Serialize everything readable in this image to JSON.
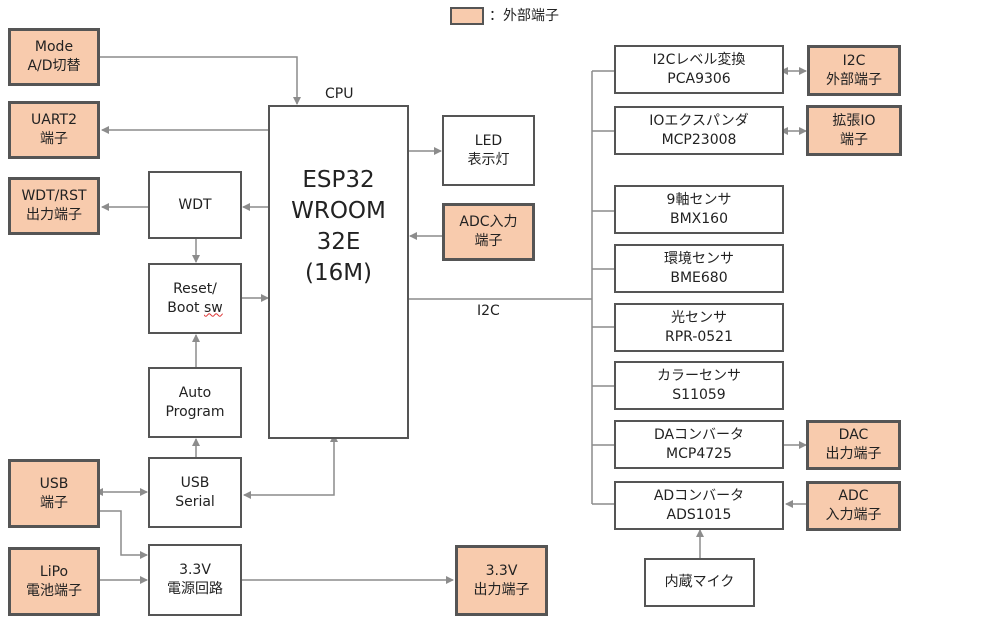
{
  "legend": {
    "text": "：外部端子",
    "external_color": "#f8cbad"
  },
  "colors": {
    "external_fill": "#f8cbad",
    "border": "#555555",
    "wire": "#8c8c8c"
  },
  "labels": {
    "cpu": "CPU",
    "i2c": "I2C"
  },
  "blocks": {
    "mode": "Mode\nA/D切替",
    "uart2": "UART2\n端子",
    "wdt_rst": "WDT/RST\n出力端子",
    "usb_port": "USB\n端子",
    "lipo": "LiPo\n電池端子",
    "wdt": "WDT",
    "reset_line1": "Reset/",
    "reset_line2a": "Boot ",
    "reset_line2b": "sw",
    "auto_program": "Auto\nProgram",
    "usb_serial": "USB\nSerial",
    "power": "3.3V\n電源回路",
    "cpu": "ESP32\nWROOM\n32E\n(16M)",
    "led": "LED\n表示灯",
    "adc_in_cpu": "ADC入力\n端子",
    "out33": "3.3V\n出力端子",
    "i2c_level": "I2Cレベル変換\nPCA9306",
    "i2c_ext": "I2C\n外部端子",
    "io_exp": "IOエクスパンダ\nMCP23008",
    "io_ext": "拡張IO\n端子",
    "imu": "9軸センサ\nBMX160",
    "env": "環境センサ\nBME680",
    "light": "光センサ\nRPR-0521",
    "color": "カラーセンサ\nS11059",
    "dac": "DAコンバータ\nMCP4725",
    "dac_out": "DAC\n出力端子",
    "adc": "ADコンバータ\nADS1015",
    "adc_in": "ADC\n入力端子",
    "mic": "内蔵マイク"
  }
}
